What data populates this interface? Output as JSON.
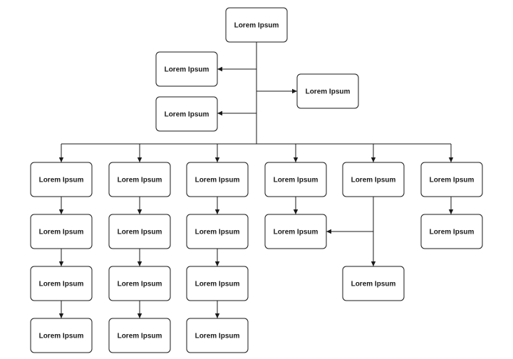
{
  "nodes": {
    "root": "Lorem Ipsum",
    "left_1": "Lorem Ipsum",
    "left_2": "Lorem Ipsum",
    "right_1": "Lorem Ipsum",
    "c1r1": "Lorem Ipsum",
    "c1r2": "Lorem Ipsum",
    "c1r3": "Lorem Ipsum",
    "c1r4": "Lorem Ipsum",
    "c2r1": "Lorem Ipsum",
    "c2r2": "Lorem Ipsum",
    "c2r3": "Lorem Ipsum",
    "c2r4": "Lorem Ipsum",
    "c3r1": "Lorem Ipsum",
    "c3r2": "Lorem Ipsum",
    "c3r3": "Lorem Ipsum",
    "c3r4": "Lorem Ipsum",
    "c4r1": "Lorem Ipsum",
    "c4r2": "Lorem Ipsum",
    "c5r1": "Lorem Ipsum",
    "c5r3": "Lorem Ipsum",
    "c6r1": "Lorem Ipsum",
    "c6r2": "Lorem Ipsum"
  }
}
